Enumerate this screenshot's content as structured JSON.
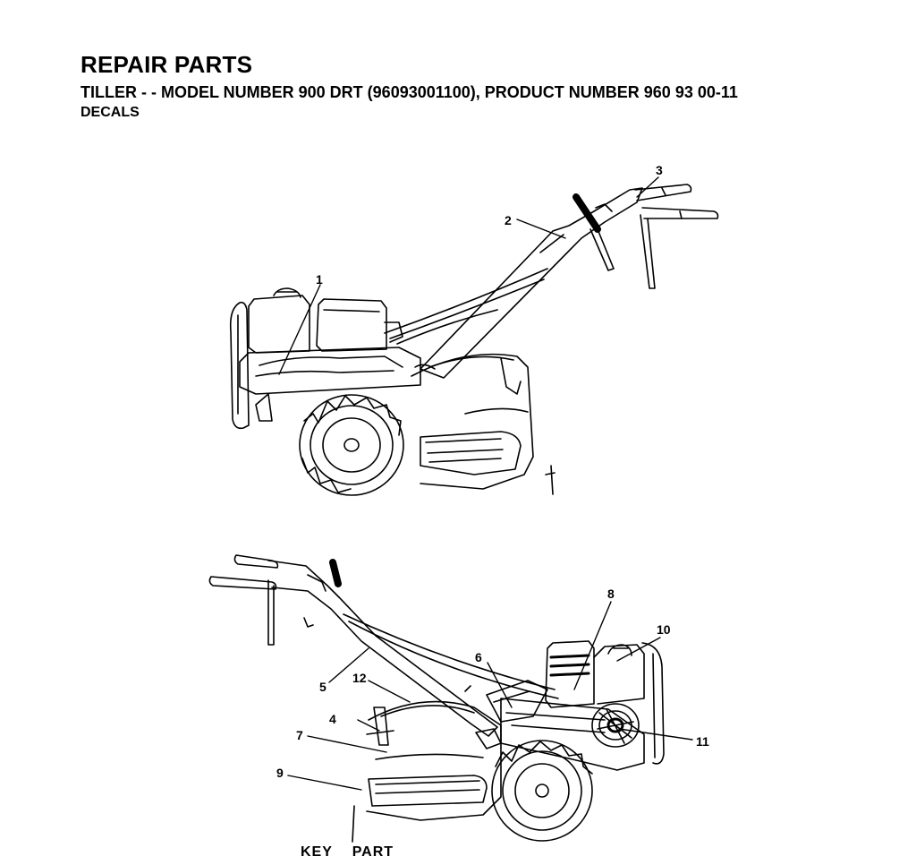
{
  "header": {
    "title": "REPAIR PARTS",
    "subtitle": "TILLER - - MODEL NUMBER 900 DRT (96093001100), PRODUCT NUMBER 960 93 00-11",
    "section": "DECALS"
  },
  "callouts": {
    "c1": "1",
    "c2": "2",
    "c3": "3",
    "c4": "4",
    "c5": "5",
    "c6": "6",
    "c7": "7",
    "c8": "8",
    "c9": "9",
    "c10": "10",
    "c11": "11",
    "c12": "12"
  },
  "table_header": {
    "key": "KEY",
    "part": "PART"
  }
}
